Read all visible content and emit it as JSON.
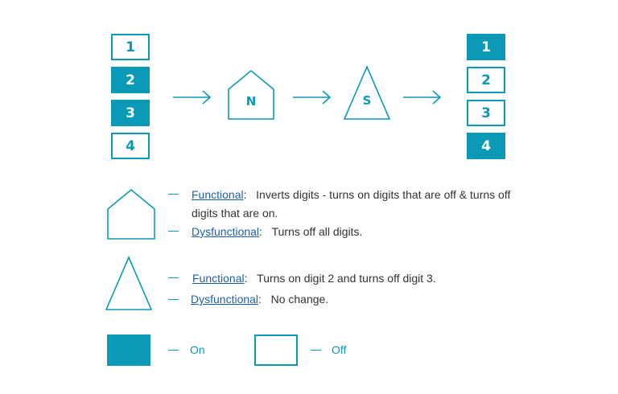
{
  "colors": {
    "accent": "#0a9ab7",
    "label": "#1f5fa8",
    "text": "#333333"
  },
  "left_stack": [
    {
      "label": "1",
      "state": "off"
    },
    {
      "label": "2",
      "state": "on"
    },
    {
      "label": "3",
      "state": "on"
    },
    {
      "label": "4",
      "state": "off"
    }
  ],
  "right_stack": [
    {
      "label": "1",
      "state": "on"
    },
    {
      "label": "2",
      "state": "off"
    },
    {
      "label": "3",
      "state": "off"
    },
    {
      "label": "4",
      "state": "on"
    }
  ],
  "shapes": {
    "house_letter": "N",
    "triangle_letter": "S"
  },
  "house_legend": {
    "functional_label": "Functional",
    "functional_text_1": "Inverts digits - turns  on digits that are off & turns off",
    "functional_text_2": "digits that are on.",
    "dysfunctional_label": "Dysfunctional",
    "dysfunctional_text": "Turns off all digits."
  },
  "triangle_legend": {
    "functional_label": "Functional",
    "functional_text": "Turns on digit 2 and turns off digit 3.",
    "dysfunctional_label": "Dysfunctional",
    "dysfunctional_text": "No change."
  },
  "state_legend": {
    "on_label": "On",
    "off_label": "Off"
  }
}
